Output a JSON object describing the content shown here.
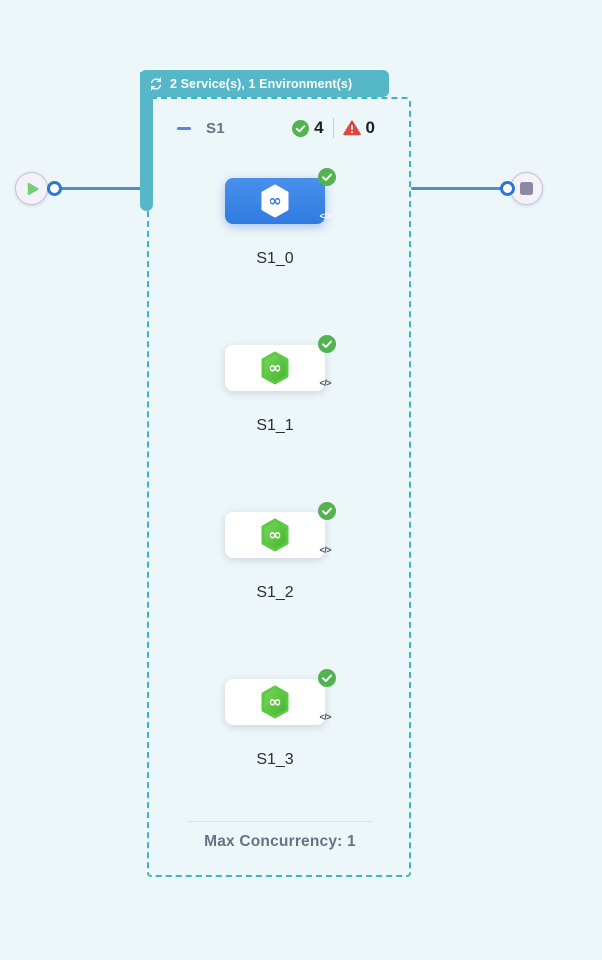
{
  "loop_tab": {
    "label": "2 Service(s), 1 Environment(s)"
  },
  "stage": {
    "name": "S1",
    "success_count": "4",
    "failed_count": "0",
    "nodes": [
      {
        "label": "S1_0",
        "status": "success",
        "selected": true
      },
      {
        "label": "S1_1",
        "status": "success",
        "selected": false
      },
      {
        "label": "S1_2",
        "status": "success",
        "selected": false
      },
      {
        "label": "S1_3",
        "status": "success",
        "selected": false
      }
    ],
    "footer_label": "Max Concurrency: 1",
    "code_icon_glyph": "</>"
  },
  "icons": {
    "tab": "loop-icon",
    "start_terminal": "play-icon",
    "end_terminal": "stop-icon",
    "success": "check-circle-icon",
    "failure": "warning-triangle-icon",
    "step": "infinity-hexagon-icon",
    "collapse": "minus-icon",
    "code": "code-icon"
  },
  "colors": {
    "canvas_bg": "#EDF6F9",
    "tab_teal": "#55B7C8",
    "dashed_border": "#3CB5CB",
    "edge_blue": "#4C8DD6",
    "selected_card_blue": "#2F7BE0",
    "hexagon_green": "#41B22B",
    "success_green": "#52B351",
    "warning_red": "#DB4A42",
    "play_green": "#74CE73",
    "stop_gray": "#8D89A3"
  }
}
